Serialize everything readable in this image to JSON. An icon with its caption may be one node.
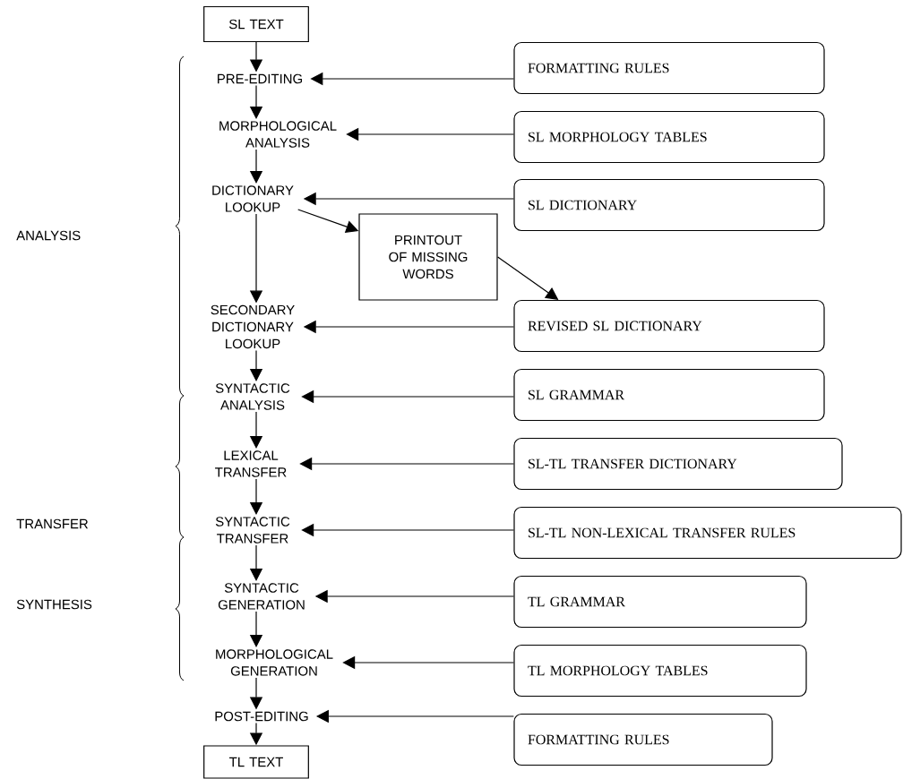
{
  "diagram": {
    "nodes": [
      {
        "text": [
          "SL TEXT"
        ]
      },
      {
        "text": [
          "PRE-EDITING"
        ]
      },
      {
        "text": [
          "MORPHOLOGICAL ANALYSIS"
        ]
      },
      {
        "text": [
          "DICTIONARY LOOKUP"
        ]
      },
      {
        "text": [
          "PRINTOUT OF MISSING WORDS"
        ]
      },
      {
        "text": [
          "SECONDARY DICTIONARY LOOKUP"
        ]
      },
      {
        "text": [
          "SYNTACTIC ANALYSIS"
        ]
      },
      {
        "text": [
          "LEXICAL TRANSFER"
        ]
      },
      {
        "text": [
          "SYNTACTIC TRANSFER"
        ]
      },
      {
        "text": [
          "SYNTACTIC GENERATION"
        ]
      },
      {
        "text": [
          "MORPHOLOGICAL GENERATION"
        ]
      },
      {
        "text": [
          "POST-EDITING"
        ]
      },
      {
        "text": [
          "TL TEXT"
        ]
      },
      {
        "text": [
          "FORMATTING RULES"
        ]
      },
      {
        "text": [
          "SL MORPHOLOGY TABLES"
        ]
      },
      {
        "text": [
          "SL DICTIONARY"
        ]
      },
      {
        "text": [
          "REVISED SL DICTIONARY"
        ]
      },
      {
        "text": [
          "SL GRAMMAR"
        ]
      },
      {
        "text": [
          "SL-TL TRANSFER DICTIONARY"
        ]
      },
      {
        "text": [
          "SL-TL NON-LEXICAL TRANSFER RULES"
        ]
      },
      {
        "text": [
          "TL GRAMMAR"
        ]
      },
      {
        "text": [
          "TL MORPHOLOGY TABLES"
        ]
      },
      {
        "text": [
          "FORMATTING RULES"
        ]
      }
    ],
    "edges": [
      {
        "from": 0,
        "to": 1,
        "arrow": "to"
      },
      {
        "from": 1,
        "to": 2,
        "arrow": "to"
      },
      {
        "from": 2,
        "to": 3,
        "arrow": "to"
      },
      {
        "from": 3,
        "to": 5,
        "arrow": "to"
      },
      {
        "from": 5,
        "to": 6,
        "arrow": "to"
      },
      {
        "from": 6,
        "to": 7,
        "arrow": "to"
      },
      {
        "from": 7,
        "to": 8,
        "arrow": "to"
      },
      {
        "from": 8,
        "to": 9,
        "arrow": "to"
      },
      {
        "from": 9,
        "to": 10,
        "arrow": "to"
      },
      {
        "from": 10,
        "to": 11,
        "arrow": "to"
      },
      {
        "from": 11,
        "to": 12,
        "arrow": "to"
      },
      {
        "from": 3,
        "to": 4,
        "arrow": "to"
      },
      {
        "from": 4,
        "to": 16,
        "arrow": "to"
      },
      {
        "from": 13,
        "to": 1,
        "arrow": "to"
      },
      {
        "from": 14,
        "to": 2,
        "arrow": "to"
      },
      {
        "from": 15,
        "to": 3,
        "arrow": "to"
      },
      {
        "from": 16,
        "to": 5,
        "arrow": "to"
      },
      {
        "from": 17,
        "to": 6,
        "arrow": "to"
      },
      {
        "from": 18,
        "to": 7,
        "arrow": "to"
      },
      {
        "from": 19,
        "to": 8,
        "arrow": "to"
      },
      {
        "from": 20,
        "to": 9,
        "arrow": "to"
      },
      {
        "from": 21,
        "to": 10,
        "arrow": "to"
      },
      {
        "from": 22,
        "to": 11,
        "arrow": "to"
      }
    ],
    "labels": [
      "ANALYSIS",
      "TRANSFER",
      "SYNTHESIS"
    ]
  }
}
